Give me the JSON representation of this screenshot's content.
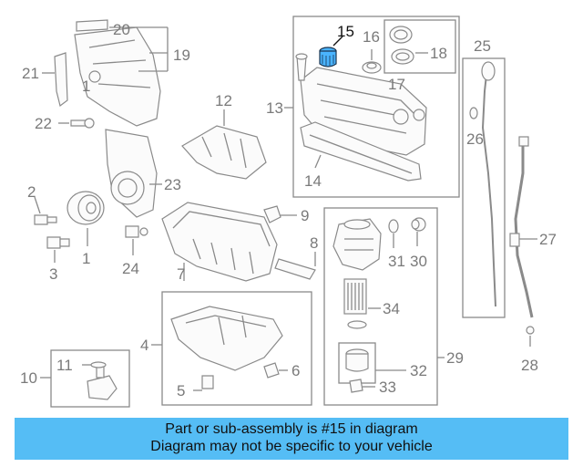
{
  "diagram": {
    "highlighted_part": "15",
    "highlight_color": "#4ab4ff",
    "part_labels": [
      "1",
      "2",
      "3",
      "4",
      "5",
      "6",
      "7",
      "8",
      "9",
      "10",
      "11",
      "12",
      "13",
      "14",
      "15",
      "16",
      "17",
      "18",
      "19",
      "20",
      "21",
      "22",
      "23",
      "24",
      "25",
      "26",
      "27",
      "28",
      "29",
      "30",
      "31",
      "32",
      "33",
      "34"
    ]
  },
  "banner": {
    "line1": "Part or sub-assembly is #15 in diagram",
    "line2": "Diagram may not be specific to your vehicle",
    "background": "#55bdf5"
  }
}
